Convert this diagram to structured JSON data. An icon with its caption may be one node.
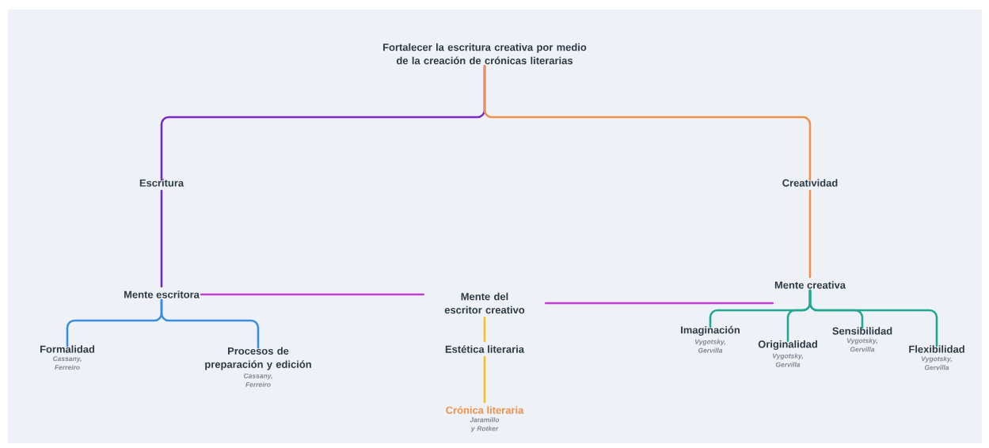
{
  "diagram": {
    "nodes": [
      {
        "text": [
          "Fortalecer la escritura creativa por medio de la creación de crónicas literarias"
        ]
      },
      {
        "text": [
          "Escritura"
        ]
      },
      {
        "text": [
          "Creatividad"
        ]
      },
      {
        "text": [
          "Mente escritora"
        ]
      },
      {
        "text": [
          "Mente del escritor creativo"
        ]
      },
      {
        "text": [
          "Mente creativa"
        ]
      },
      {
        "text": [
          "Formalidad"
        ],
        "beside": [
          "Cassany, Ferreiro"
        ]
      },
      {
        "text": [
          "Procesos de preparación y edición"
        ],
        "beside": [
          "Cassany, Ferreiro"
        ]
      },
      {
        "text": [
          "Estética literaria"
        ]
      },
      {
        "text": [
          "Crónica literaria"
        ],
        "beside": [
          "Jaramillo y Rotker"
        ]
      },
      {
        "text": [
          "Imaginación"
        ],
        "beside": [
          "Vygotsky, Gervilla"
        ]
      },
      {
        "text": [
          "Originalidad"
        ],
        "beside": [
          "Vygotsky, Gervilla"
        ]
      },
      {
        "text": [
          "Sensibilidad"
        ],
        "beside": [
          "Vygotsky, Gervilla"
        ]
      },
      {
        "text": [
          "Flexibilidad"
        ],
        "beside": [
          "Vygotsky, Gervilla"
        ]
      }
    ],
    "edges": [
      {
        "from": 0,
        "to": 1,
        "arrow": "none",
        "color": "#7a28c8"
      },
      {
        "from": 0,
        "to": 2,
        "arrow": "none",
        "color": "#f0904a"
      },
      {
        "from": 1,
        "to": 3,
        "arrow": "none",
        "color": "#7a28c8"
      },
      {
        "from": 2,
        "to": 5,
        "arrow": "none",
        "color": "#f0904a"
      },
      {
        "from": 3,
        "to": 4,
        "arrow": "none",
        "color": "#c23fd4"
      },
      {
        "from": 4,
        "to": 5,
        "arrow": "none",
        "color": "#c23fd4"
      },
      {
        "from": 3,
        "to": 6,
        "arrow": "none",
        "color": "#3a8ee0"
      },
      {
        "from": 3,
        "to": 7,
        "arrow": "none",
        "color": "#3a8ee0"
      },
      {
        "from": 4,
        "to": 8,
        "arrow": "none",
        "color": "#f5c020"
      },
      {
        "from": 8,
        "to": 9,
        "arrow": "none",
        "color": "#f5c020"
      },
      {
        "from": 5,
        "to": 10,
        "arrow": "none",
        "color": "#22a890"
      },
      {
        "from": 5,
        "to": 11,
        "arrow": "none",
        "color": "#22a890"
      },
      {
        "from": 5,
        "to": 12,
        "arrow": "none",
        "color": "#22a890"
      },
      {
        "from": 5,
        "to": 13,
        "arrow": "none",
        "color": "#22a890"
      }
    ]
  }
}
